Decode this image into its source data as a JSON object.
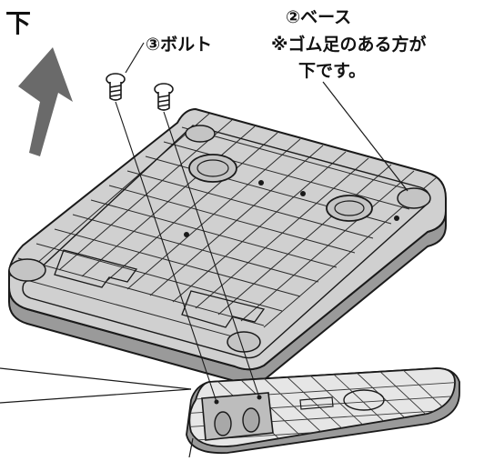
{
  "labels": {
    "down": "下",
    "bolt": "③ボルト",
    "base": "②ベース",
    "note_line1": "※ゴム足のある方が",
    "note_line2": "下です。"
  },
  "colors": {
    "line": "#1a1a1a",
    "arrow": "#6a6a6a",
    "base_top": "#d0d0d0",
    "base_side": "#9a9a9a",
    "background": "#ffffff"
  },
  "icons": {
    "direction": "up-arrow-icon",
    "bolt": "bolt-icon"
  }
}
